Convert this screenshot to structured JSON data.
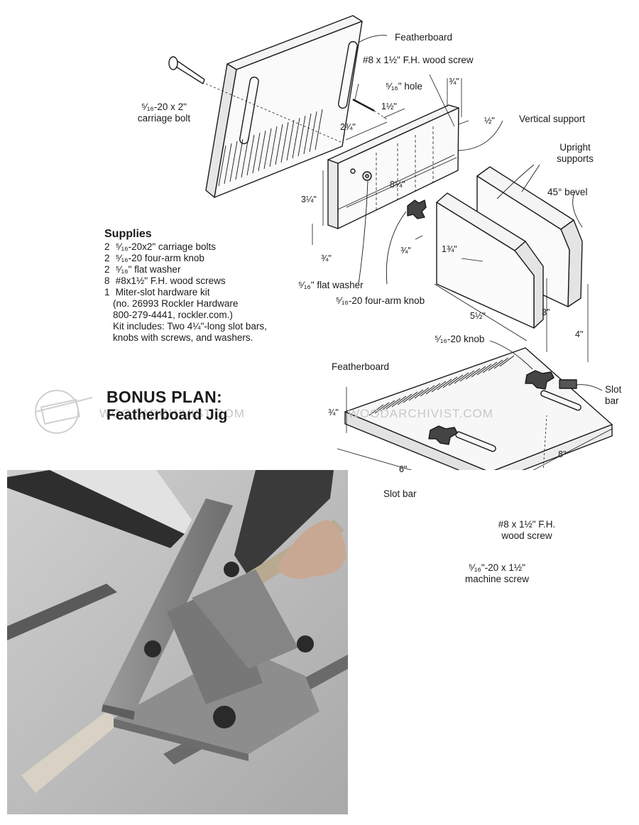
{
  "labels": {
    "featherboard_top": "Featherboard",
    "wood_screw_top": "#8 x 1½\" F.H. wood screw",
    "carriage_bolt_1": "⁵⁄₁₆-20 x 2\"",
    "carriage_bolt_2": "carriage bolt",
    "hole": "⁵⁄₁₆\" hole",
    "vertical_support": "Vertical support",
    "upright_supports_1": "Upright",
    "upright_supports_2": "supports",
    "bevel": "45° bevel",
    "flat_washer": "⁵⁄₁₆\" flat washer",
    "four_arm_knob": "⁵⁄₁₆-20 four-arm knob",
    "knob_20": "⁵⁄₁₆-20 knob",
    "featherboard_bottom": "Featherboard",
    "slot_bar_right_1": "Slot",
    "slot_bar_right_2": "bar",
    "slot_bar": "Slot bar",
    "wood_screw_bottom_1": "#8 x 1½\" F.H.",
    "wood_screw_bottom_2": "wood screw",
    "machine_screw_1": "⁵⁄₁₆\"-20 x 1½\"",
    "machine_screw_2": "machine screw"
  },
  "dims": {
    "d_3_4_top": "¾\"",
    "d_1_1_2": "1½\"",
    "d_1_2": "½\"",
    "d_2_3_4": "2¾\"",
    "d_8_1_4": "8¼\"",
    "d_3_1_4": "3¼\"",
    "d_3_4_left": "¾\"",
    "d_3_4_mid": "¾\"",
    "d_1_3_4": "1¾\"",
    "d_5_1_2": "5½\"",
    "d_3": "3\"",
    "d_4": "4\"",
    "d_3_4_base": "¾\"",
    "d_6": "6\"",
    "d_8": "8\""
  },
  "supplies": {
    "title": "Supplies",
    "items": [
      {
        "qty": "2",
        "text": "⁵⁄₁₆-20x2\" carriage bolts"
      },
      {
        "qty": "2",
        "text": "⁵⁄₁₆-20 four-arm knob"
      },
      {
        "qty": "2",
        "text": "⁵⁄₁₆\" flat washer"
      },
      {
        "qty": "8",
        "text": "#8x1½\" F.H. wood screws"
      },
      {
        "qty": "1",
        "text": "Miter-slot hardware kit"
      }
    ],
    "kit_lines": [
      "(no. 26993 Rockler Hardware",
      "800-279-4441, rockler.com.)",
      "Kit includes: Two 4¼\"-long slot bars,",
      "knobs with screws, and washers."
    ]
  },
  "bonus": {
    "line1": "BONUS PLAN:",
    "line2": "Featherboard Jig"
  },
  "watermark": "WOODARCHIVIST.COM",
  "colors": {
    "ink": "#1a1a1a",
    "board_fill": "#f7f7f7",
    "photo_table": "#b9b9b9",
    "photo_board": "#8a8a8a"
  }
}
